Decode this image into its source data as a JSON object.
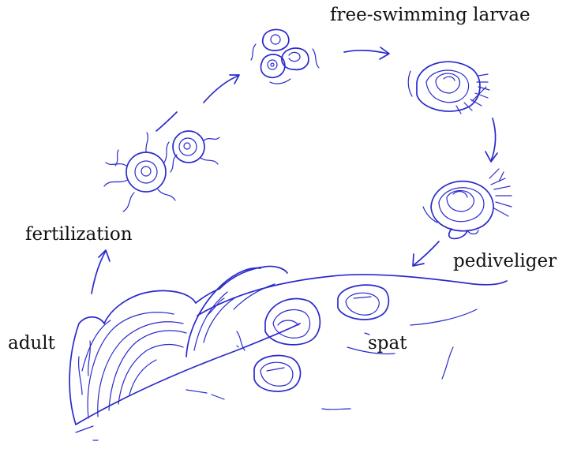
{
  "diagram": {
    "labels": {
      "free_swimming": "free-swimming larvae",
      "fertilization": "fertilization",
      "pediveliger": "pediveliger",
      "adult": "adult",
      "spat": "spat"
    },
    "colors": {
      "ink": "#2a2acc",
      "text": "#111111",
      "background": "#ffffff"
    },
    "stages": [
      "adult",
      "fertilization",
      "free-swimming larvae",
      "pediveliger",
      "spat"
    ]
  }
}
